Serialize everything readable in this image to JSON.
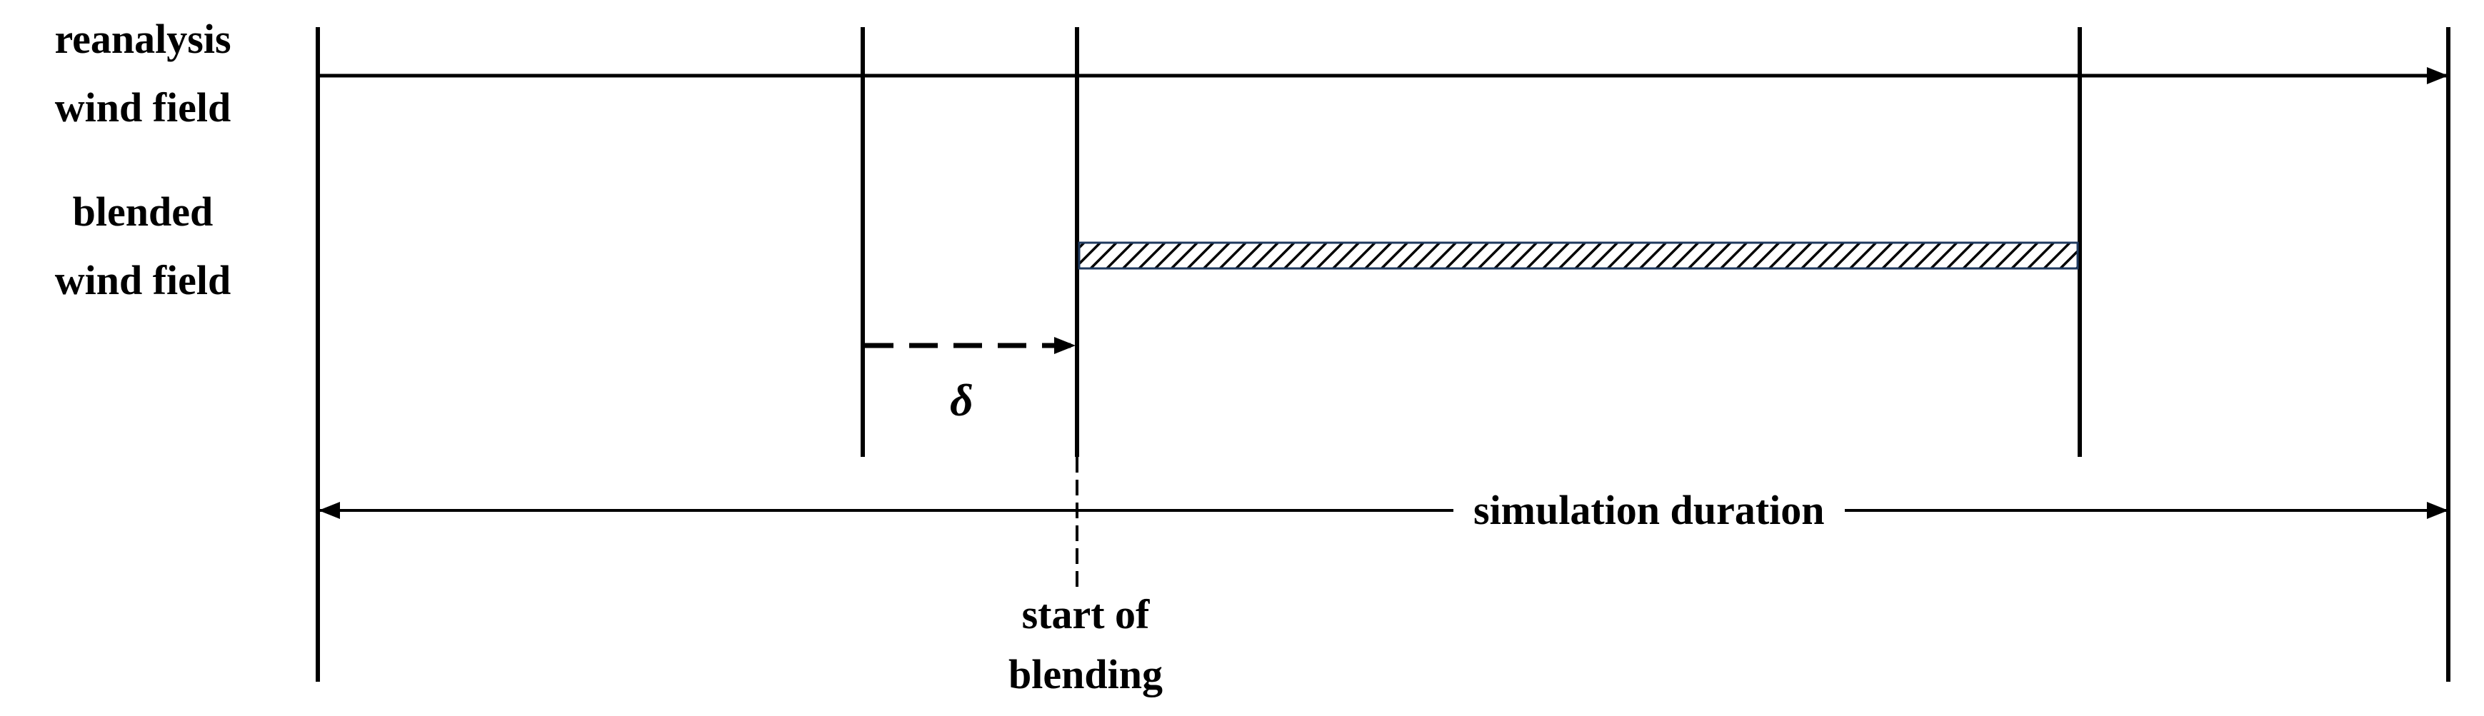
{
  "labels": {
    "reanalysis_line1": "reanalysis",
    "reanalysis_line2": "wind field",
    "blended_line1": "blended",
    "blended_line2": "wind field",
    "delta": "δ",
    "simulation_duration": "simulation duration",
    "start_line1": "start of",
    "start_line2": "blending"
  },
  "colors": {
    "line": "#000000",
    "hatch": "#000000",
    "bar_border": "#1f3a5f",
    "background": "#ffffff"
  }
}
